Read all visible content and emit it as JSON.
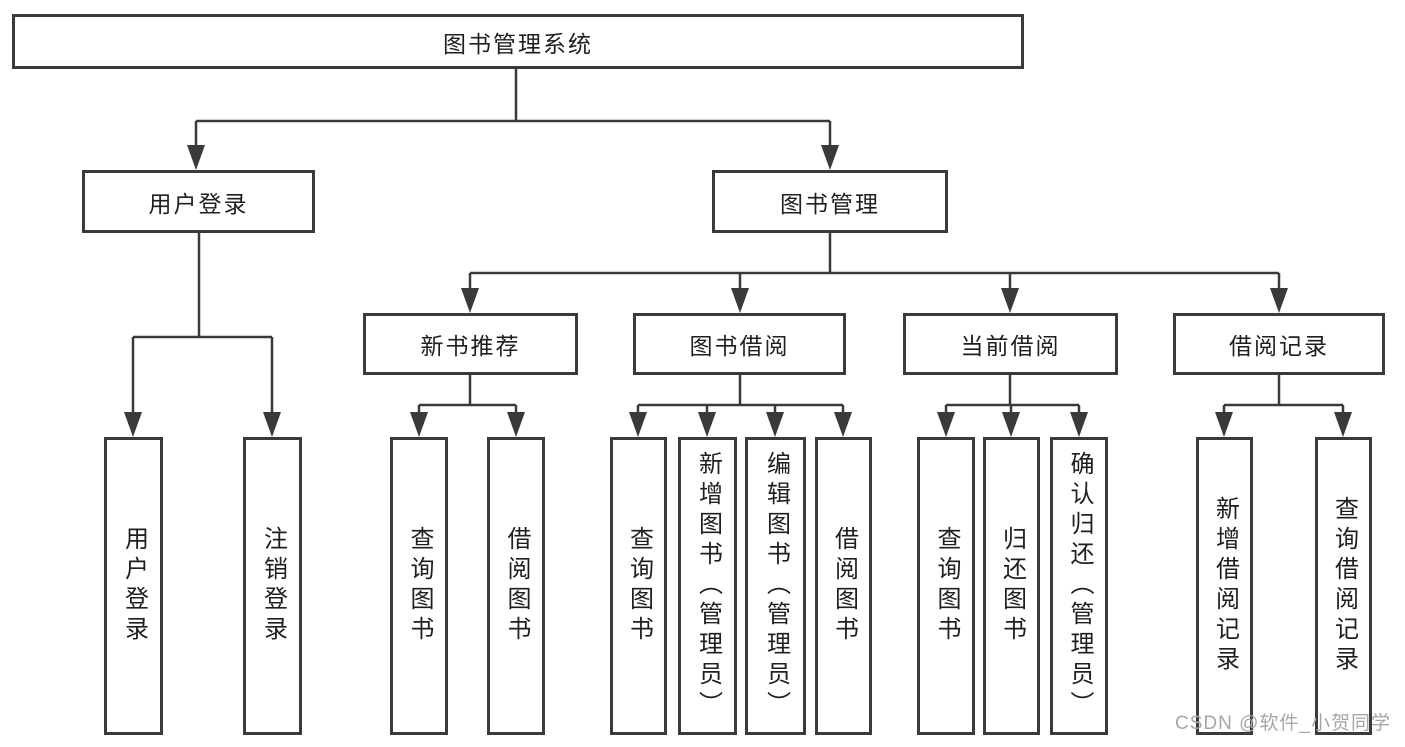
{
  "diagram": {
    "title": "图书管理系统",
    "branches": [
      {
        "label": "用户登录",
        "children": [
          {
            "label": "用户登录"
          },
          {
            "label": "注销登录"
          }
        ]
      },
      {
        "label": "图书管理",
        "children": [
          {
            "label": "新书推荐",
            "children": [
              {
                "label": "查询图书"
              },
              {
                "label": "借阅图书"
              }
            ]
          },
          {
            "label": "图书借阅",
            "children": [
              {
                "label": "查询图书"
              },
              {
                "label": "新增图书（管理员）"
              },
              {
                "label": "编辑图书（管理员）"
              },
              {
                "label": "借阅图书"
              }
            ]
          },
          {
            "label": "当前借阅",
            "children": [
              {
                "label": "查询图书"
              },
              {
                "label": "归还图书"
              },
              {
                "label": "确认归还（管理员）"
              }
            ]
          },
          {
            "label": "借阅记录",
            "children": [
              {
                "label": "新增借阅记录"
              },
              {
                "label": "查询借阅记录"
              }
            ]
          }
        ]
      }
    ]
  },
  "watermark": "CSDN @软件_小贺同学",
  "colors": {
    "line": "#3a3a3c",
    "text": "#1f1f21",
    "watermark": "#a6a6a6",
    "background": "#ffffff"
  }
}
